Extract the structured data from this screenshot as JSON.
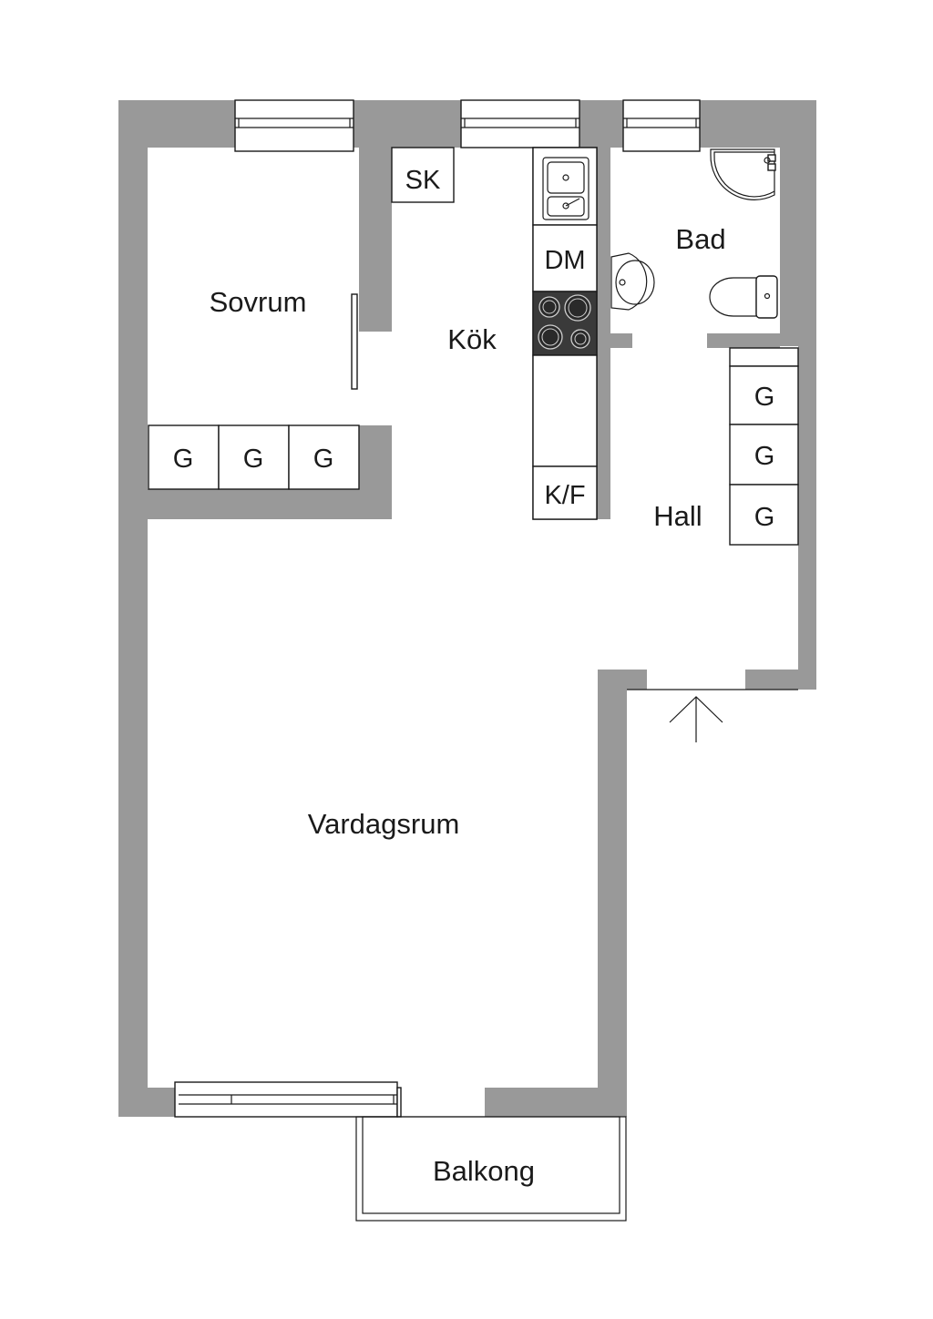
{
  "rooms": {
    "sovrum": "Sovrum",
    "kok": "Kök",
    "bad": "Bad",
    "hall": "Hall",
    "vardagsrum": "Vardagsrum",
    "balkong": "Balkong"
  },
  "fixtures": {
    "sk": "SK",
    "dm": "DM",
    "kf": "K/F",
    "wardrobe": "G"
  },
  "colors": {
    "wall": "#999999",
    "line": "#1a1a1a",
    "stove": "#3a3a3a",
    "background": "#ffffff"
  },
  "icons": [
    "sink-icon",
    "stove-icon",
    "washbasin-icon",
    "toilet-icon",
    "shower-icon",
    "entrance-arrow-icon"
  ]
}
